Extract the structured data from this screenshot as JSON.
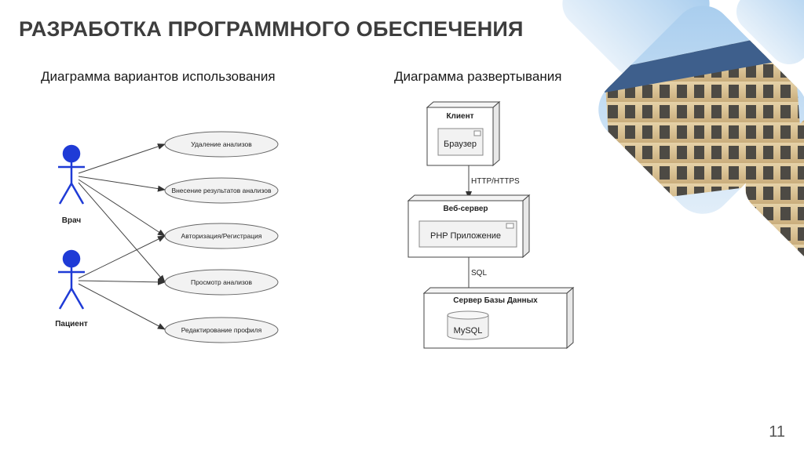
{
  "slide": {
    "title": "РАЗРАБОТКА ПРОГРАММНОГО ОБЕСПЕЧЕНИЯ",
    "page_number": "11"
  },
  "usecase": {
    "heading": "Диаграмма вариантов использования",
    "actors": [
      {
        "label": "Врач"
      },
      {
        "label": "Пациент"
      }
    ],
    "cases": [
      {
        "label": "Удаление анализов"
      },
      {
        "label": "Внесение результатов анализов"
      },
      {
        "label": "Авторизация/Регистрация"
      },
      {
        "label": "Просмотр анализов"
      },
      {
        "label": "Редактирование профиля"
      }
    ]
  },
  "deployment": {
    "heading": "Диаграмма развертывания",
    "nodes": [
      {
        "title": "Клиент",
        "component": "Браузер"
      },
      {
        "title": "Веб-сервер",
        "component": "PHP Приложение"
      },
      {
        "title": "Сервер Базы Данных",
        "component": "MySQL"
      }
    ],
    "links": [
      {
        "label": "HTTP/HTTPS"
      },
      {
        "label": "SQL"
      }
    ]
  },
  "colors": {
    "actor": "#1f3bd6",
    "title": "#3d3d3d",
    "sky": "#9ec3e6",
    "building": "#d9c39a"
  }
}
